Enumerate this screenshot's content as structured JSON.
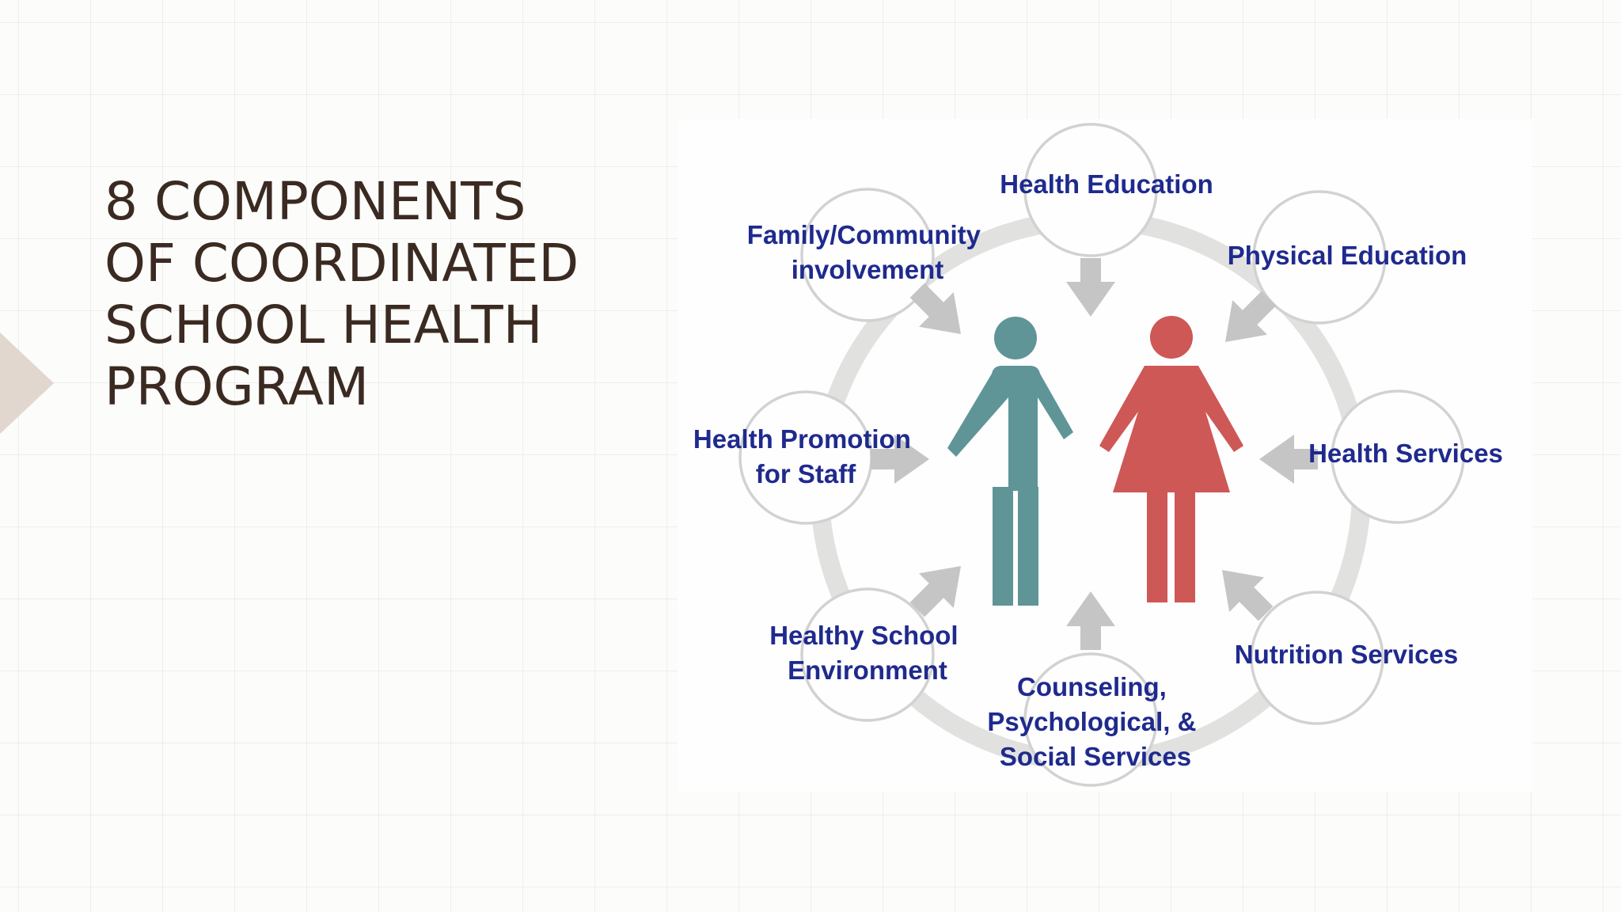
{
  "slide": {
    "title": "8 COMPONENTS\nOF COORDINATED\nSCHOOL HEALTH\nPROGRAM"
  },
  "diagram": {
    "components": [
      {
        "id": "health-education",
        "lines": [
          "Health Education"
        ]
      },
      {
        "id": "physical-education",
        "lines": [
          "Physical Education"
        ]
      },
      {
        "id": "health-services",
        "lines": [
          "Health Services"
        ]
      },
      {
        "id": "nutrition-services",
        "lines": [
          "Nutrition Services"
        ]
      },
      {
        "id": "counseling",
        "lines": [
          "Counseling,",
          "Psychological, &",
          "Social Services"
        ]
      },
      {
        "id": "healthy-school-environment",
        "lines": [
          "Healthy School",
          "Environment"
        ]
      },
      {
        "id": "health-promotion-staff",
        "lines": [
          "Health Promotion",
          "for Staff"
        ]
      },
      {
        "id": "family-community",
        "lines": [
          "Family/Community",
          "involvement"
        ]
      }
    ],
    "colors": {
      "label": "#1f2a8e",
      "male_figure": "#5f9596",
      "female_figure": "#ce5856",
      "ring": "#dededd",
      "arrows": "#c6c6c6",
      "circles": "#d4d4d4"
    }
  }
}
